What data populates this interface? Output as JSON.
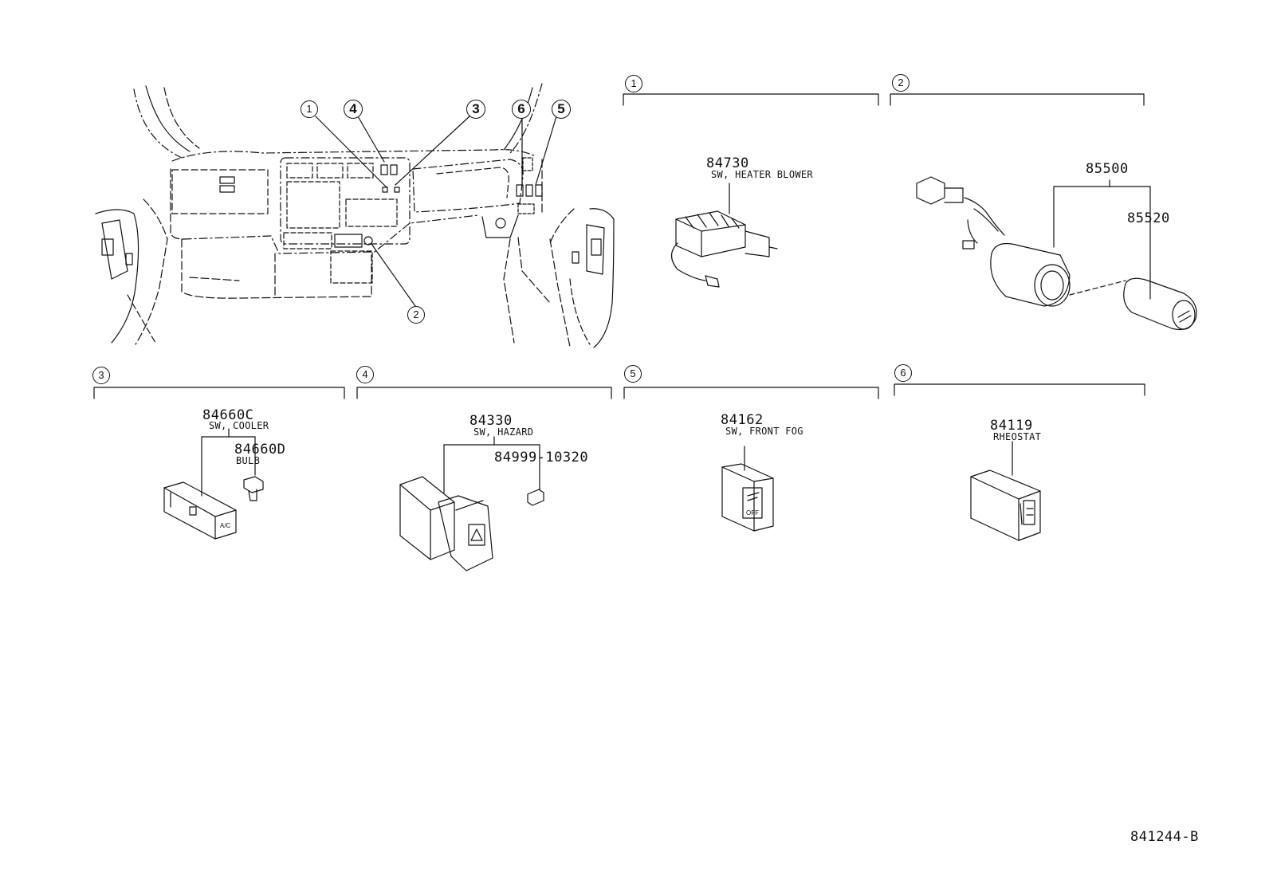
{
  "overview": {
    "callouts": [
      "1",
      "4",
      "3",
      "6",
      "5",
      "2"
    ]
  },
  "sections": [
    {
      "id": "1",
      "parts": [
        {
          "number": "84730",
          "desc": "SW, HEATER BLOWER"
        }
      ]
    },
    {
      "id": "2",
      "parts": [
        {
          "number": "85500",
          "desc": ""
        },
        {
          "number": "85520",
          "desc": ""
        }
      ]
    },
    {
      "id": "3",
      "parts": [
        {
          "number": "84660C",
          "desc": "SW, COOLER"
        },
        {
          "number": "84660D",
          "desc": "BULB"
        }
      ]
    },
    {
      "id": "4",
      "parts": [
        {
          "number": "84330",
          "desc": "SW, HAZARD"
        },
        {
          "number": "84999-10320",
          "desc": ""
        }
      ]
    },
    {
      "id": "5",
      "parts": [
        {
          "number": "84162",
          "desc": "SW, FRONT FOG"
        }
      ]
    },
    {
      "id": "6",
      "parts": [
        {
          "number": "84119",
          "desc": "RHEOSTAT"
        }
      ]
    }
  ],
  "symbols": {
    "ac_label": "A/C",
    "fog_off": "OFF"
  },
  "reference": "841244-B"
}
